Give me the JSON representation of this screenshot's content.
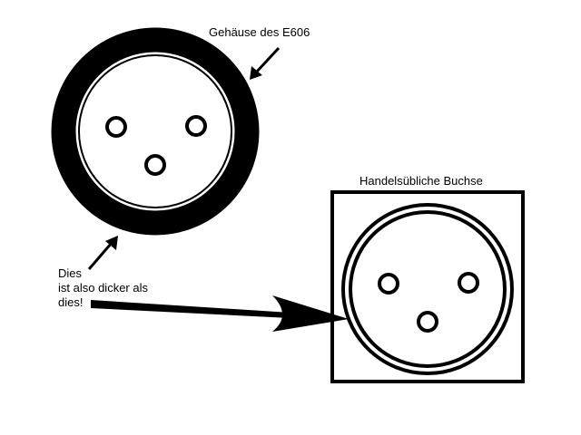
{
  "labels": {
    "housing": "Gehäuse des E606",
    "commercial_socket": "Handelsübliche Buchse",
    "note_line1": "Dies",
    "note_line2": "ist also dicker als",
    "note_line3": "dies!"
  },
  "colors": {
    "ink": "#000000",
    "paper": "#ffffff"
  }
}
